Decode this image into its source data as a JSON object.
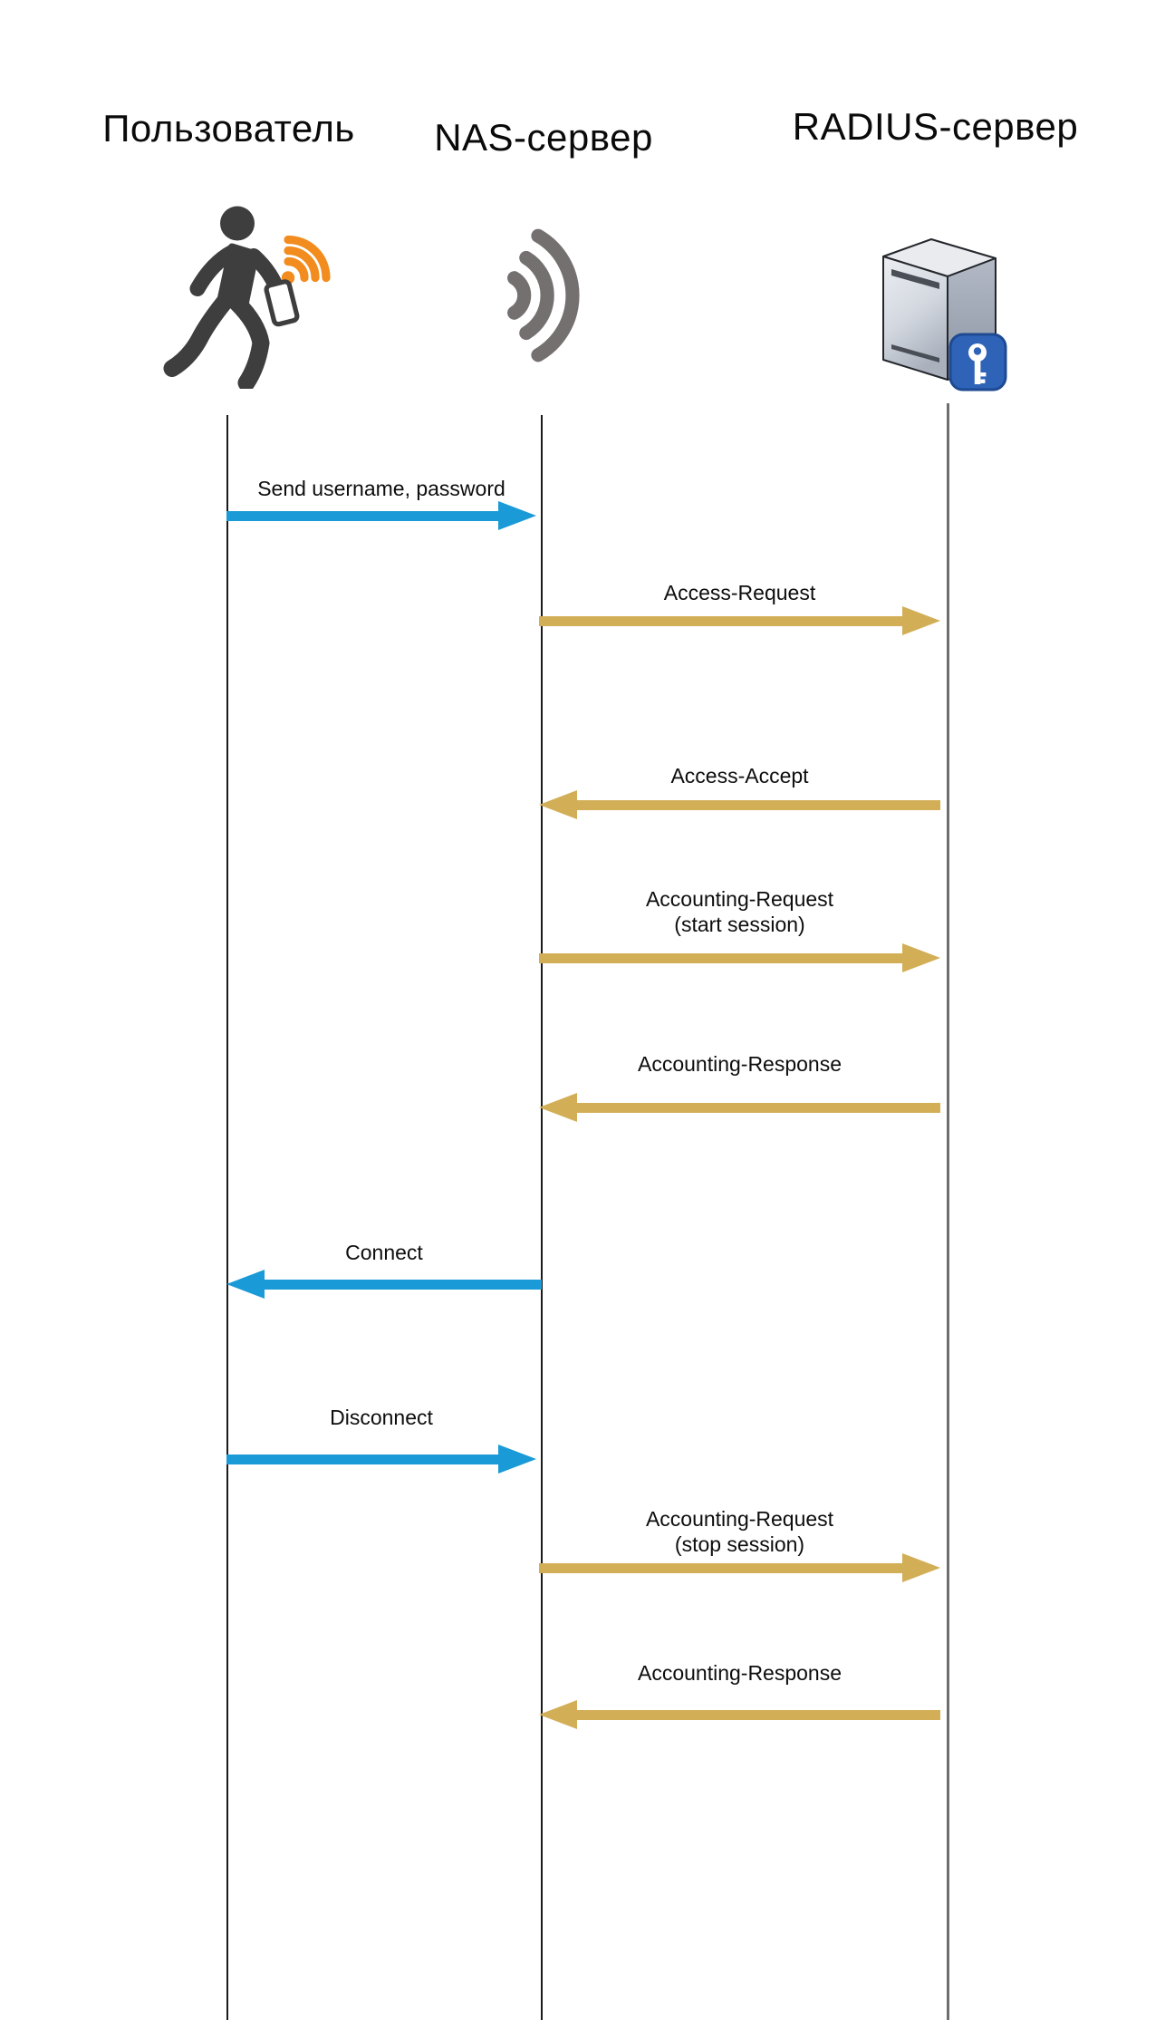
{
  "diagram": {
    "type": "sequence-diagram",
    "topic": "RADIUS authentication, authorization and accounting flow",
    "actors": [
      {
        "name": "Пользователь",
        "icon": "walking-user-with-wifi-phone"
      },
      {
        "name": "NAS-сервер",
        "icon": "wifi-signal"
      },
      {
        "name": "RADIUS-сервер",
        "icon": "server-tower-with-key-badge"
      }
    ],
    "messages": [
      {
        "label": "Send username, password",
        "sublabel": "",
        "from": "Пользователь",
        "to": "NAS-сервер",
        "direction": "right",
        "color": "#1a9ad6"
      },
      {
        "label": "Access-Request",
        "sublabel": "",
        "from": "NAS-сервер",
        "to": "RADIUS-сервер",
        "direction": "right",
        "color": "#d2ae56"
      },
      {
        "label": "Access-Accept",
        "sublabel": "",
        "from": "RADIUS-сервер",
        "to": "NAS-сервер",
        "direction": "left",
        "color": "#d2ae56"
      },
      {
        "label": "Accounting-Request",
        "sublabel": "(start session)",
        "from": "NAS-сервер",
        "to": "RADIUS-сервер",
        "direction": "right",
        "color": "#d2ae56"
      },
      {
        "label": "Accounting-Response",
        "sublabel": "",
        "from": "RADIUS-сервер",
        "to": "NAS-сервер",
        "direction": "left",
        "color": "#d2ae56"
      },
      {
        "label": "Connect",
        "sublabel": "",
        "from": "NAS-сервер",
        "to": "Пользователь",
        "direction": "left",
        "color": "#1a9ad6"
      },
      {
        "label": "Disconnect",
        "sublabel": "",
        "from": "Пользователь",
        "to": "NAS-сервер",
        "direction": "right",
        "color": "#1a9ad6"
      },
      {
        "label": "Accounting-Request",
        "sublabel": "(stop session)",
        "from": "NAS-сервер",
        "to": "RADIUS-сервер",
        "direction": "right",
        "color": "#d2ae56"
      },
      {
        "label": "Accounting-Response",
        "sublabel": "",
        "from": "RADIUS-сервер",
        "to": "NAS-сервер",
        "direction": "left",
        "color": "#d2ae56"
      }
    ],
    "colors": {
      "user_nas_arrows": "#1a9ad6",
      "nas_radius_arrows": "#d2ae56",
      "lifeline": "#1a1a1a",
      "wifi_icon_gray": "#757070",
      "person_icon_dark": "#3e3e3e",
      "wifi_orange": "#f28c1e",
      "key_badge_blue": "#2e63b8"
    }
  }
}
